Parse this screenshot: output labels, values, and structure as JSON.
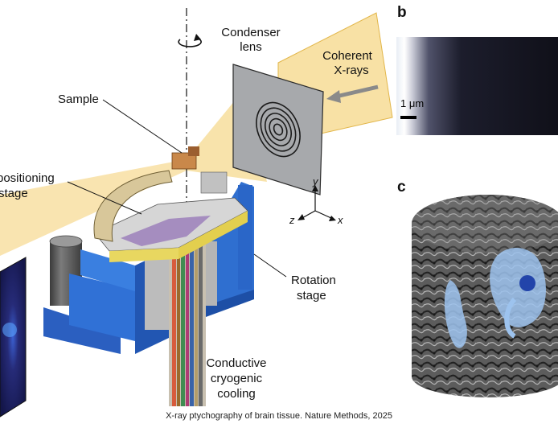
{
  "labels": {
    "condenser_line1": "Condenser",
    "condenser_line2": "lens",
    "coherent_line1": "Coherent",
    "coherent_line2": "X-rays",
    "sample": "Sample",
    "positioning_line1": "positioning",
    "positioning_line2": "stage",
    "rotation_line1": "Rotation",
    "rotation_line2": "stage",
    "cooling_line1": "Conductive",
    "cooling_line2": "cryogenic",
    "cooling_line3": "cooling"
  },
  "panels": {
    "b": "b",
    "c": "c",
    "scale_bar": "1 μm"
  },
  "axes": {
    "x": "x",
    "y": "y",
    "z": "z"
  },
  "caption": "X-ray ptychography of brain tissue. Nature Methods, 2025",
  "colors": {
    "beam": "#f6d98f",
    "blue_stage": "#2f6fd0",
    "detector": "#262b78",
    "tissue_blue": "#9dc3ee"
  }
}
